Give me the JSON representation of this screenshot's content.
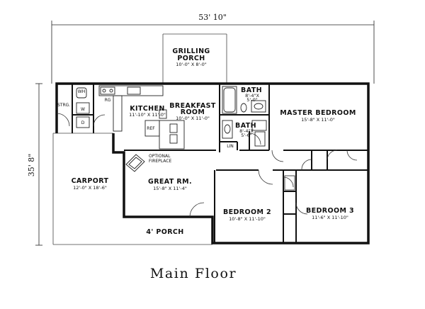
{
  "overall_width": "53' 10\"",
  "overall_depth": "35' 8\"",
  "title": "Main Floor",
  "rooms": {
    "grilling_porch": {
      "name_line1": "GRILLING",
      "name_line2": "PORCH",
      "dims": "10'-0\" X 8'-0\""
    },
    "storage": {
      "name": "STRG."
    },
    "kitchen": {
      "name": "KITCHEN",
      "dims": "11'-10\" X 11'-0\""
    },
    "breakfast": {
      "name_line1": "BREAKFAST",
      "name_line2": "ROOM",
      "dims": "10'-0\" X 11'-0\""
    },
    "bath1": {
      "name": "BATH",
      "dims_line1": "8'-4\"X",
      "dims_line2": "5'-0\""
    },
    "bath2": {
      "name": "BATH",
      "dims_line1": "8'-4\"X",
      "dims_line2": "5'-6\""
    },
    "master_bedroom": {
      "name": "MASTER BEDROOM",
      "dims": "15'-8\" X 11'-0\""
    },
    "carport": {
      "name": "CARPORT",
      "dims": "12'-0\" X 18'-6\""
    },
    "great_room": {
      "name": "GREAT RM.",
      "dims": "15'-8\" X 11'-4\""
    },
    "bedroom2": {
      "name": "BEDROOM 2",
      "dims": "10'-8\" X 11'-10\""
    },
    "bedroom3": {
      "name": "BEDROOM 3",
      "dims": "11'-6\" X 11'-10\""
    },
    "porch": {
      "name": "4' PORCH"
    }
  },
  "labels": {
    "fireplace_line1": "OPTIONAL",
    "fireplace_line2": "FIREPLACE",
    "ref": "REF",
    "rg": "RG",
    "lin": "LIN",
    "wh": "WH",
    "w": "W",
    "d": "D"
  }
}
